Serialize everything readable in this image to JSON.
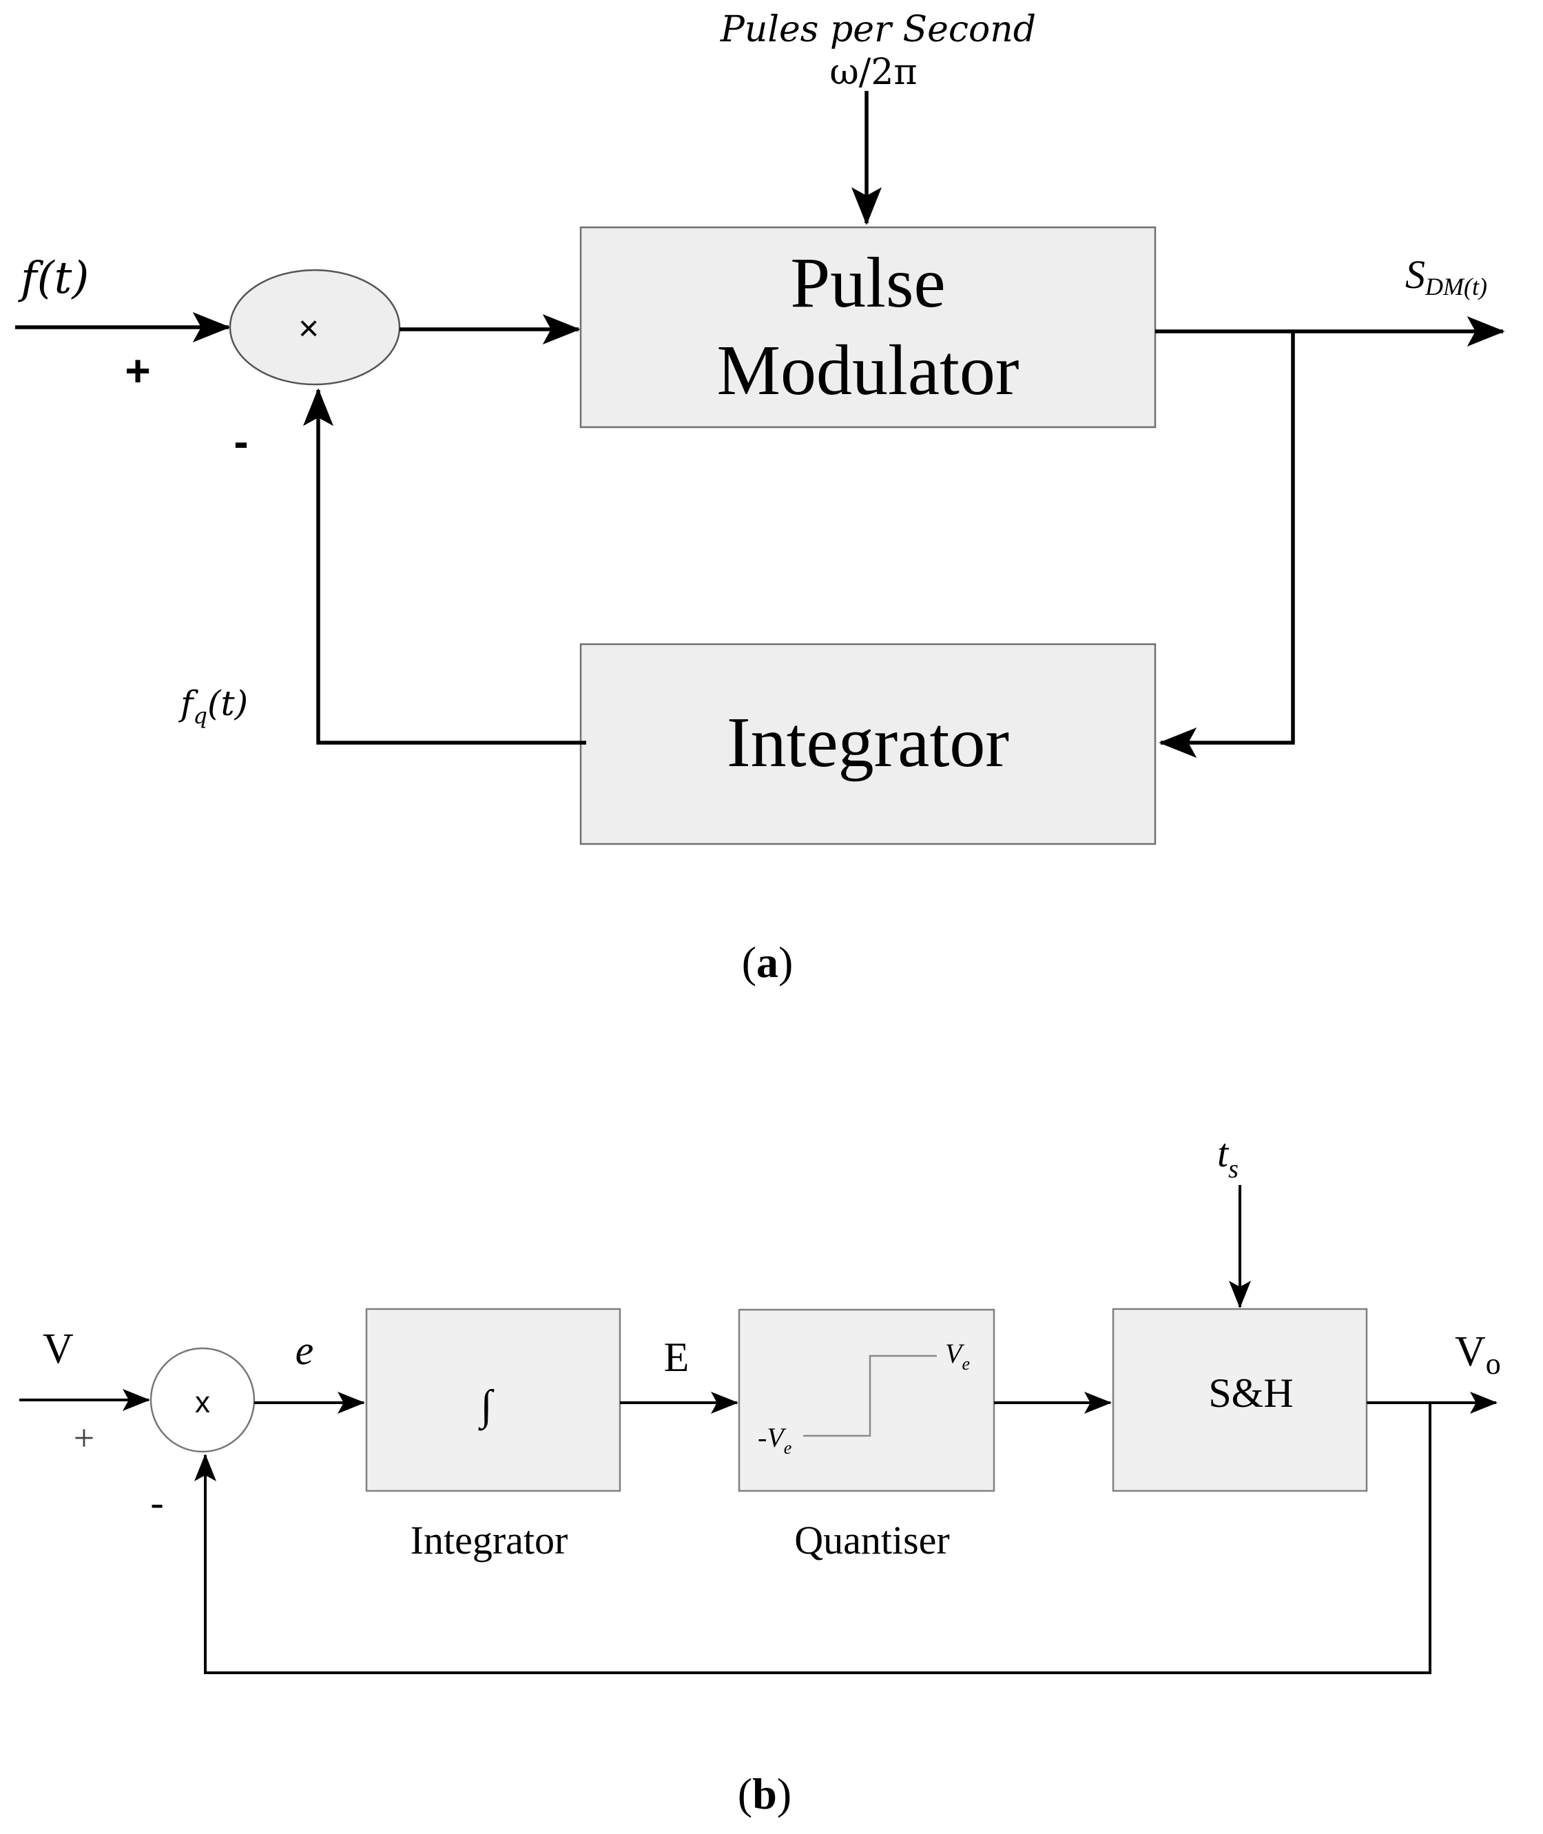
{
  "diagram_a": {
    "pulse_rate_label": "Pules per Second",
    "pulse_rate_value": "ω/2π",
    "input_label": "f(t)",
    "plus_sign": "+",
    "minus_sign": "-",
    "mixer_symbol": "×",
    "modulator_label_line1": "Pulse",
    "modulator_label_line2": "Modulator",
    "output_label_main": "S",
    "output_label_sub": "DM(t)",
    "integrator_label": "Integrator",
    "feedback_label_main": "f",
    "feedback_label_sub": "q",
    "feedback_label_arg": "(t)",
    "caption": "(a)",
    "caption_letter": "a"
  },
  "diagram_b": {
    "sample_time_main": "t",
    "sample_time_sub": "s",
    "input_label": "V",
    "plus_sign": "+",
    "minus_sign": "-",
    "mixer_symbol": "x",
    "error_label": "e",
    "integrated_error_label": "E",
    "integrator_symbol": "∫",
    "integrator_caption": "Integrator",
    "quantiser_caption": "Quantiser",
    "quantiser_high_main": "V",
    "quantiser_high_sub": "e",
    "quantiser_low_main": "-V",
    "quantiser_low_sub": "e",
    "sample_hold_label": "S&H",
    "output_label_main": "V",
    "output_label_sub": "o",
    "caption": "(b)",
    "caption_letter": "b"
  }
}
